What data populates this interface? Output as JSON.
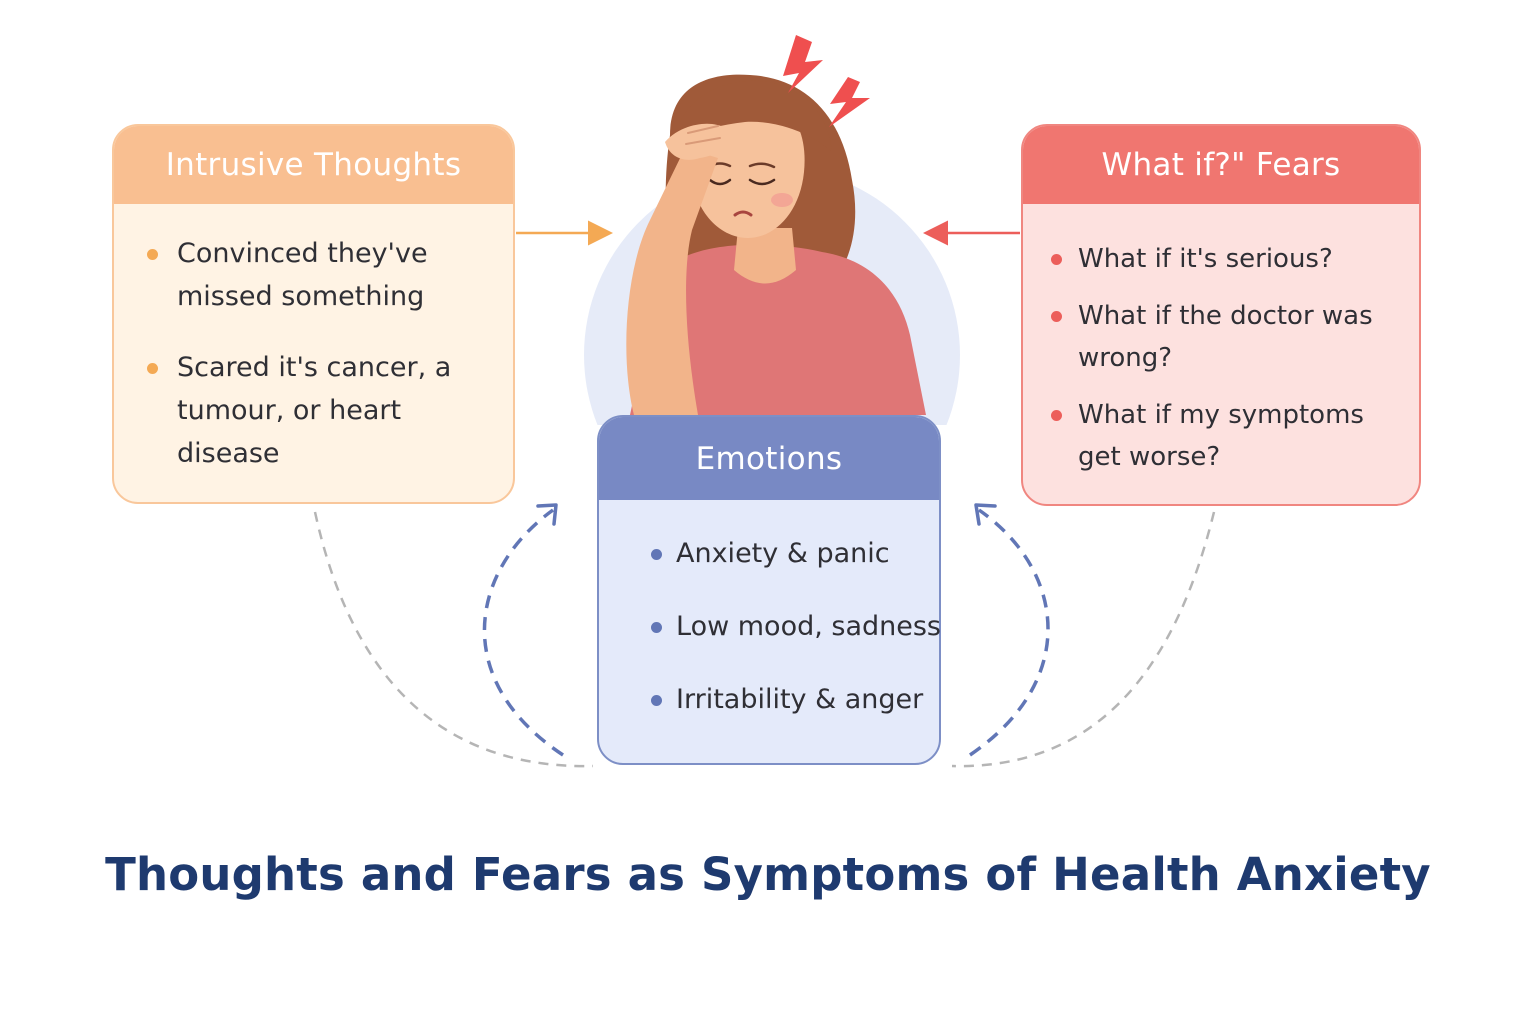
{
  "intrusive_thoughts": {
    "title": "Intrusive Thoughts",
    "items": [
      "Convinced they've missed something",
      "Scared it's cancer, a tumour, or heart disease"
    ]
  },
  "what_if_fears": {
    "title": "What if?\" Fears",
    "items": [
      "What if it's serious?",
      "What if the doctor was wrong?",
      "What if my symptoms get worse?"
    ]
  },
  "emotions": {
    "title": "Emotions",
    "items": [
      "Anxiety & panic",
      "Low mood, sadness",
      "Irritability & anger"
    ]
  },
  "caption": "Thoughts and Fears as Symptoms of Health Anxiety",
  "colors": {
    "intrusive_accent": "#f9bf91",
    "fears_accent": "#f07670",
    "emotions_accent": "#7889c4",
    "caption": "#1e3a6f",
    "stress_lightning": "#ef4f4f"
  },
  "icons": [
    "lightning-bolt-icon",
    "woman-headache-illustration"
  ]
}
